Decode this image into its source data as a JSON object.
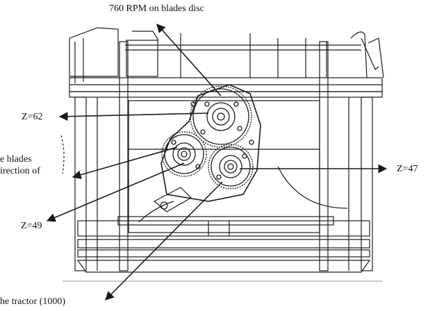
{
  "labels": {
    "rpm_top": "760 RPM on blades disc",
    "z62": "Z=62",
    "blades_line1": "e blades",
    "blades_line2": "irection of",
    "z49": "Z=49",
    "z47": "Z=47",
    "tractor": "he tractor (1000)"
  },
  "colors": {
    "line": "#1a1a1a",
    "background": "#ffffff"
  }
}
